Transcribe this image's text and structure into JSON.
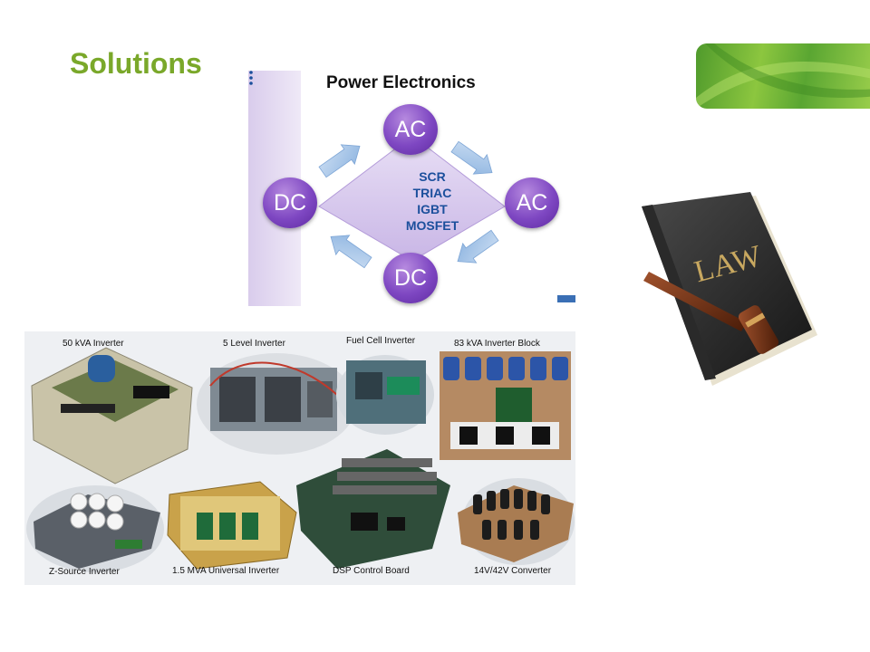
{
  "slide": {
    "title": "Solutions"
  },
  "diagram": {
    "title": "Power Electronics",
    "nodes": {
      "top": "AC",
      "left": "DC",
      "right": "AC",
      "bottom": "DC"
    },
    "devices": [
      "SCR",
      "TRIAC",
      "IGBT",
      "MOSFET"
    ],
    "colors": {
      "node": "#7e47c2",
      "devices": "#1b4f9c",
      "arrow": "#9cc0e6",
      "panel": "#e4dcf0"
    }
  },
  "photo_panel": {
    "captions": {
      "c1": "50 kVA Inverter",
      "c2": "5 Level Inverter",
      "c3": "Fuel Cell Inverter",
      "c4": "83 kVA Inverter Block",
      "c5": "Z-Source Inverter",
      "c6": "1.5 MVA Universal Inverter",
      "c7": "DSP Control Board",
      "c8": "14V/42V Converter"
    }
  },
  "law_book": {
    "label": "LAW"
  },
  "colors": {
    "title": "#7aa82a",
    "accent_green": "#6cb33f"
  }
}
